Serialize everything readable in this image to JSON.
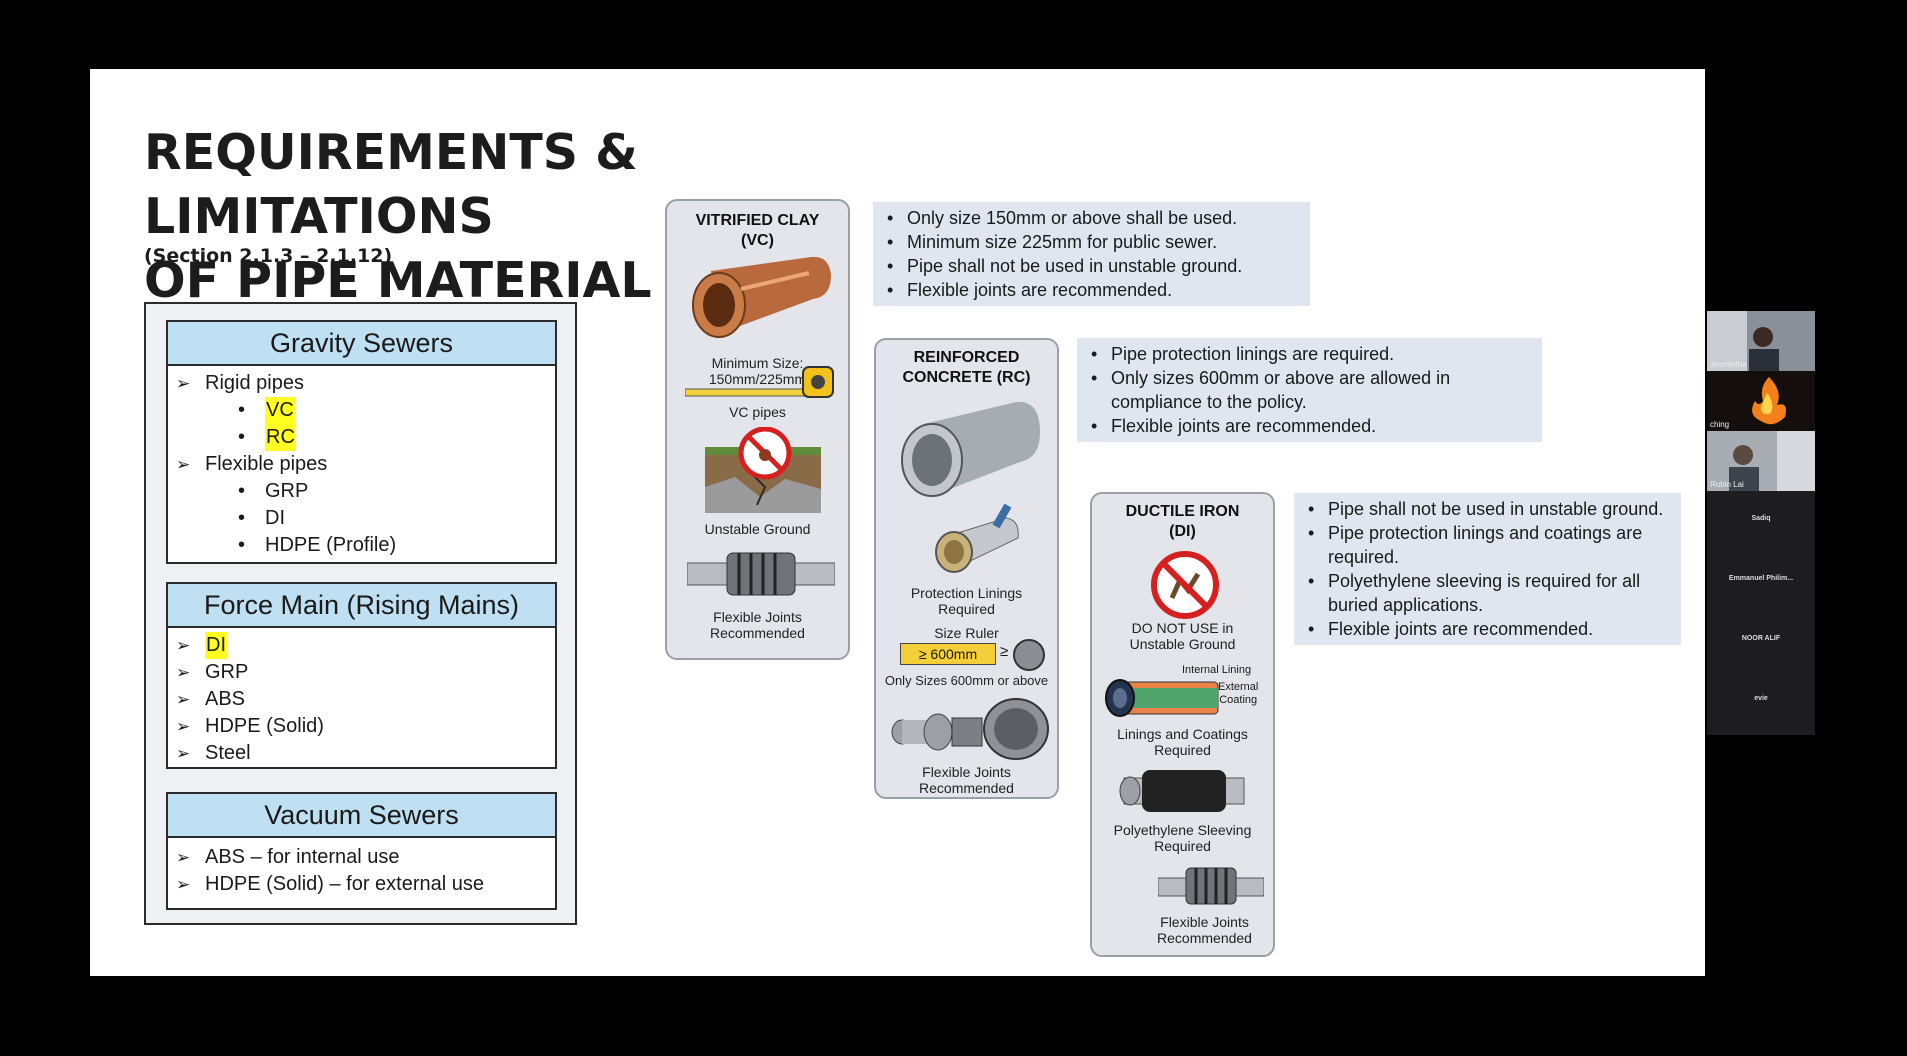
{
  "slide": {
    "title_line1": "REQUIREMENTS & LIMITATIONS",
    "title_line2": "OF PIPE MATERIAL",
    "subtitle": "(Section 2.1.3 – 2.1.12)"
  },
  "categories": {
    "gravity": {
      "header": "Gravity Sewers",
      "rigid_label": "Rigid pipes",
      "rigid": [
        "VC",
        "RC"
      ],
      "flexible_label": "Flexible pipes",
      "flexible": [
        "GRP",
        "DI",
        "HDPE (Profile)"
      ]
    },
    "force": {
      "header": "Force Main (Rising Mains)",
      "items": [
        "DI",
        "GRP",
        "ABS",
        "HDPE (Solid)",
        "Steel"
      ]
    },
    "vacuum": {
      "header": "Vacuum Sewers",
      "items": [
        "ABS – for internal use",
        "HDPE (Solid) – for external use"
      ]
    }
  },
  "cards": {
    "vc": {
      "title1": "VITRIFIED CLAY",
      "title2": "(VC)",
      "min_size_label": "Minimum Size:",
      "min_size_value": "150mm/225mm",
      "pipe_caption": "VC pipes",
      "ground_caption": "Unstable Ground",
      "joint_caption1": "Flexible Joints",
      "joint_caption2": "Recommended"
    },
    "rc": {
      "title1": "REINFORCED",
      "title2": "CONCRETE (RC)",
      "lining_caption1": "Protection Linings",
      "lining_caption2": "Required",
      "ruler_label": "Size Ruler",
      "ruler_value": "≥ 600mm",
      "ruler_symbol": "≥",
      "sizes_caption": "Only Sizes 600mm or above",
      "joint_caption1": "Flexible Joints",
      "joint_caption2": "Recommended"
    },
    "di": {
      "title1": "DUCTILE IRON",
      "title2": "(DI)",
      "ground_caption1": "DO NOT USE in",
      "ground_caption2": "Unstable Ground",
      "internal_lining": "Internal Lining",
      "external_coating1": "External",
      "external_coating2": "Coating",
      "linings_caption1": "Linings and Coatings",
      "linings_caption2": "Required",
      "sleeve_caption1": "Polyethylene Sleeving",
      "sleeve_caption2": "Required",
      "joint_caption1": "Flexible Joints",
      "joint_caption2": "Recommended"
    }
  },
  "bullets": {
    "vc": [
      "Only size 150mm or above shall be used.",
      "Minimum size 225mm for public sewer.",
      "Pipe shall not be used in unstable ground.",
      "Flexible joints are recommended."
    ],
    "rc": [
      "Pipe protection linings are required.",
      "Only sizes 600mm or above are allowed in compliance to the policy.",
      "Flexible joints are recommended."
    ],
    "di": [
      "Pipe shall not be used in unstable ground.",
      "Pipe protection linings and coatings are required.",
      "Polyethylene sleeving is required for all buried applications.",
      "Flexible joints are recommended."
    ]
  },
  "participants": [
    "Jesmintha",
    "ching",
    "Robin Lai",
    "Sadiq",
    "Emmanuel Philim...",
    "NOOR ALIF",
    "evie"
  ],
  "colors": {
    "header_fill": "#bfe0f2",
    "highlight": "#ffff22",
    "bullet_box": "#dfe6f0",
    "card_fill": "#e3e5ea"
  }
}
